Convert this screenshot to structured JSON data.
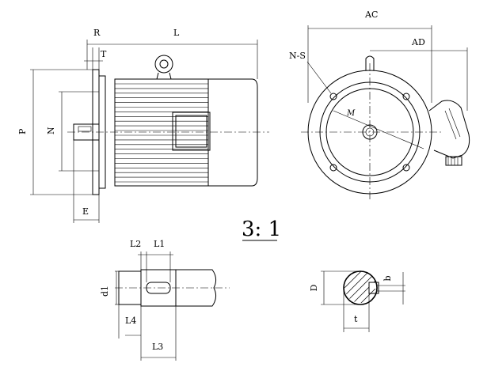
{
  "labels": {
    "R": "R",
    "L": "L",
    "T": "T",
    "P": "P",
    "N": "N",
    "E": "E",
    "AC": "AC",
    "AD": "AD",
    "NS": "N-S",
    "M": "M",
    "scale": "3: 1",
    "L2": "L2",
    "L1": "L1",
    "d1": "d1",
    "L4": "L4",
    "L3": "L3",
    "D": "D",
    "b": "b",
    "t": "t"
  },
  "fin_count": 22,
  "section_hatch_count": 9
}
